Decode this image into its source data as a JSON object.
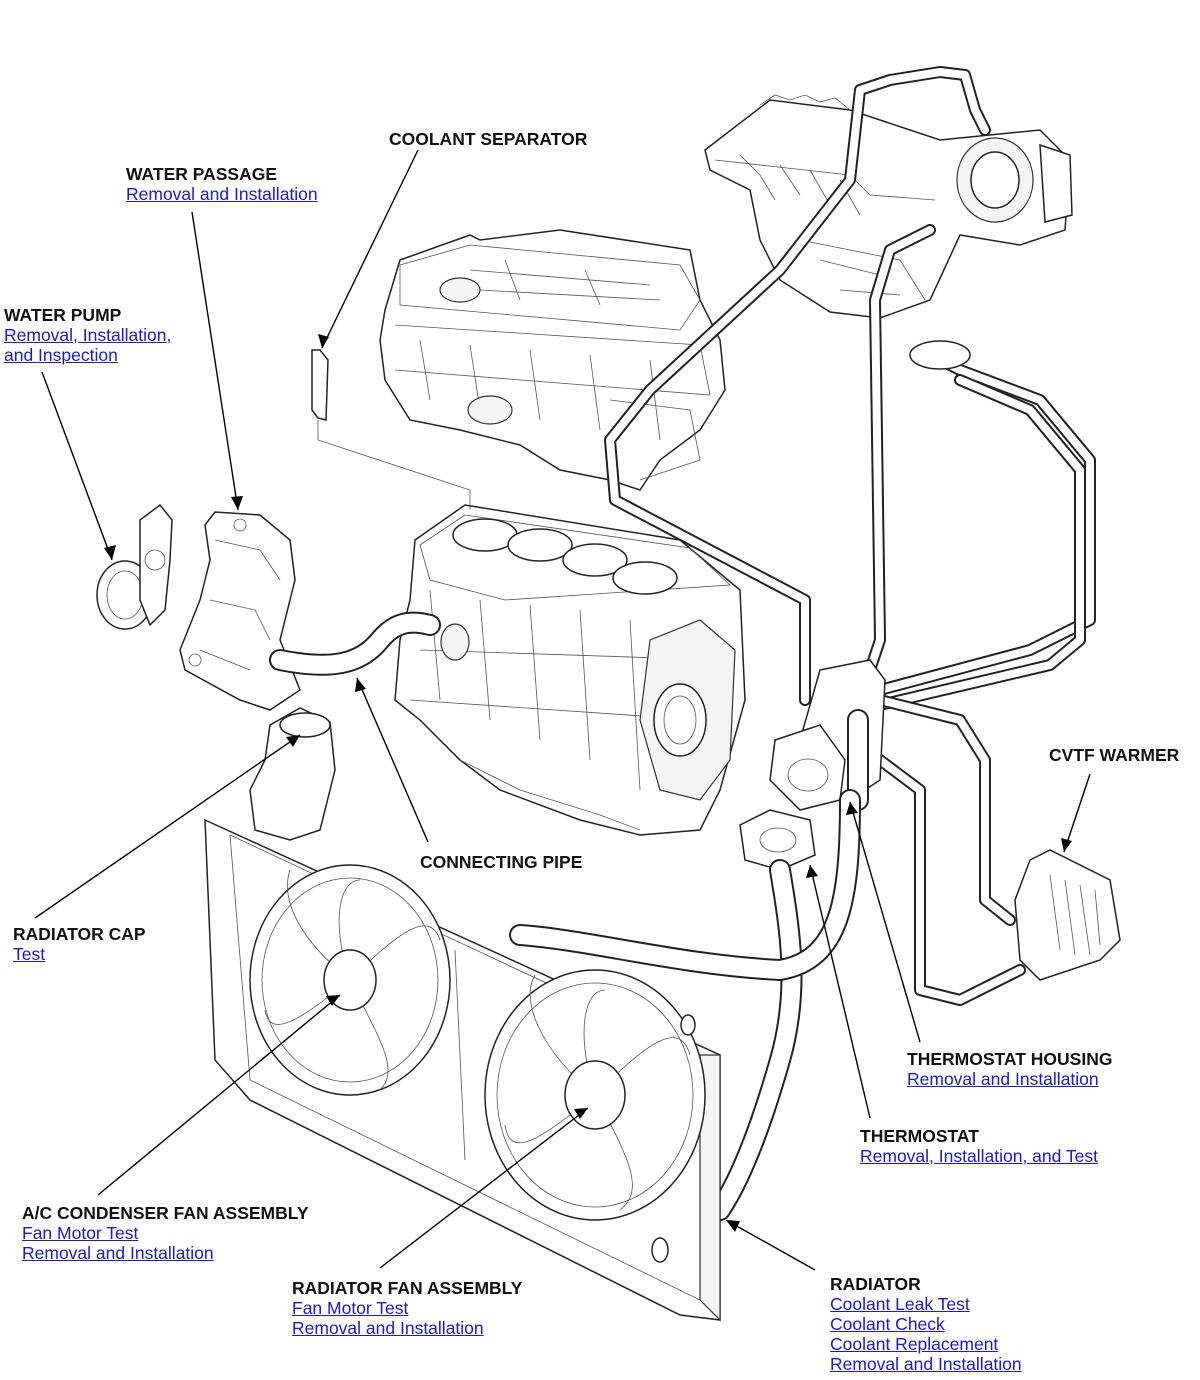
{
  "callouts": {
    "coolant_separator": {
      "title": "COOLANT SEPARATOR"
    },
    "water_passage": {
      "title": "WATER PASSAGE",
      "links": [
        "Removal and Installation"
      ]
    },
    "water_pump": {
      "title": "WATER PUMP",
      "links": [
        "Removal, Installation,",
        "and Inspection"
      ]
    },
    "cvtf_warmer": {
      "title": "CVTF WARMER"
    },
    "connecting_pipe": {
      "title": "CONNECTING PIPE"
    },
    "radiator_cap": {
      "title": "RADIATOR CAP",
      "links": [
        "Test"
      ]
    },
    "thermostat_housing": {
      "title": "THERMOSTAT HOUSING",
      "links": [
        "Removal and Installation"
      ]
    },
    "thermostat": {
      "title": "THERMOSTAT",
      "links": [
        "Removal, Installation, and Test"
      ]
    },
    "ac_condenser_fan": {
      "title": "A/C CONDENSER FAN ASSEMBLY",
      "links": [
        "Fan Motor Test",
        "Removal and Installation"
      ]
    },
    "radiator_fan": {
      "title": "RADIATOR FAN ASSEMBLY",
      "links": [
        "Fan Motor Test",
        "Removal and Installation"
      ]
    },
    "radiator": {
      "title": "RADIATOR",
      "links": [
        "Coolant Leak Test",
        "Coolant Check",
        "Coolant Replacement",
        "Removal and Installation"
      ]
    }
  },
  "colors": {
    "link": "#1a1acc",
    "text": "#111111",
    "line": "#222222"
  }
}
